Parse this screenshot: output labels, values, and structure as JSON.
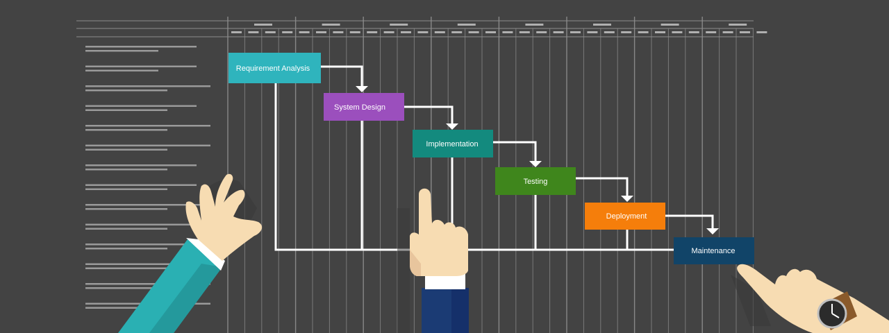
{
  "diagram": {
    "phases": [
      {
        "label": "Requirement Analysis",
        "color": "#2fb4bd"
      },
      {
        "label": "System Design",
        "color": "#9b4fbd"
      },
      {
        "label": "Implementation",
        "color": "#138a7e"
      },
      {
        "label": "Testing",
        "color": "#3f861c"
      },
      {
        "label": "Deployment",
        "color": "#f57e0b"
      },
      {
        "label": "Maintenance",
        "color": "#114468"
      }
    ],
    "colors": {
      "background": "#434343",
      "grid": "#8c8c8c",
      "connector": "#ffffff",
      "skin": "#f7dcb2",
      "teal_sleeve": "#2ab0b3",
      "navy_sleeve": "#1b3b74"
    }
  }
}
